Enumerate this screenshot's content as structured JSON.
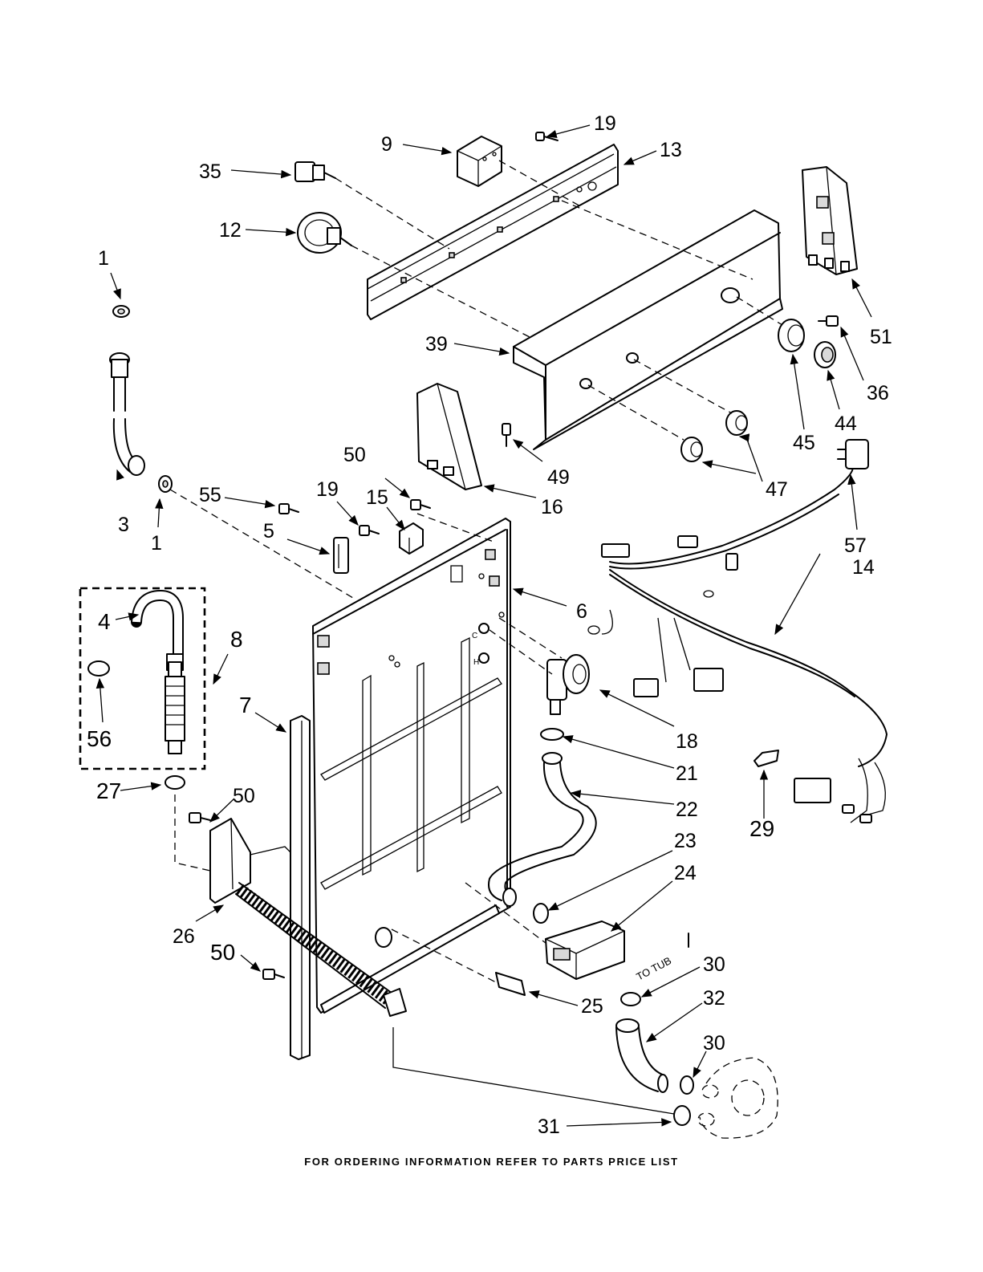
{
  "callouts": {
    "c1a": "1",
    "c1b": "1",
    "c3": "3",
    "c4": "4",
    "c5": "5",
    "c6": "6",
    "c7": "7",
    "c8": "8",
    "c9": "9",
    "c12": "12",
    "c13": "13",
    "c14": "14",
    "c15": "15",
    "c16": "16",
    "c18": "18",
    "c19a": "19",
    "c19b": "19",
    "c21": "21",
    "c22": "22",
    "c23": "23",
    "c24": "24",
    "c25": "25",
    "c26": "26",
    "c27": "27",
    "c29": "29",
    "c30a": "30",
    "c30b": "30",
    "c31": "31",
    "c32": "32",
    "c35": "35",
    "c36": "36",
    "c39": "39",
    "c44": "44",
    "c45": "45",
    "c47": "47",
    "c49": "49",
    "c50a": "50",
    "c50b": "50",
    "c50c": "50",
    "c51": "51",
    "c55": "55",
    "c56": "56",
    "c57": "57"
  },
  "labels": {
    "to_tub": "TO TUB",
    "hot": "H",
    "cold": "C"
  },
  "footer": "FOR ORDERING INFORMATION REFER TO PARTS PRICE LIST"
}
